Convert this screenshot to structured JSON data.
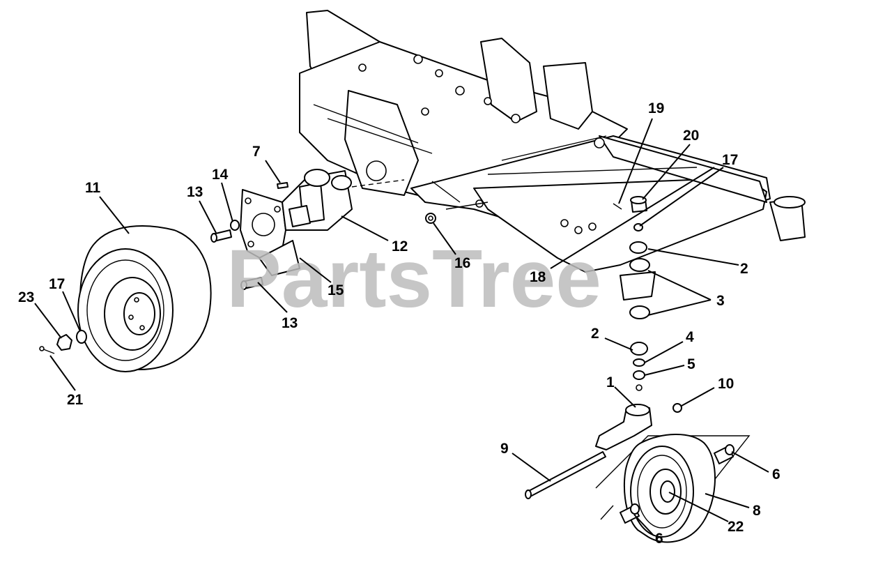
{
  "watermark": "PartsTree",
  "callouts": [
    {
      "id": "c11",
      "text": "11"
    },
    {
      "id": "c13a",
      "text": "13"
    },
    {
      "id": "c14",
      "text": "14"
    },
    {
      "id": "c7",
      "text": "7"
    },
    {
      "id": "c12",
      "text": "12"
    },
    {
      "id": "c15",
      "text": "15"
    },
    {
      "id": "c13b",
      "text": "13"
    },
    {
      "id": "c16",
      "text": "16"
    },
    {
      "id": "c19",
      "text": "19"
    },
    {
      "id": "c20",
      "text": "20"
    },
    {
      "id": "c17a",
      "text": "17"
    },
    {
      "id": "c18",
      "text": "18"
    },
    {
      "id": "c2a",
      "text": "2"
    },
    {
      "id": "c3",
      "text": "3"
    },
    {
      "id": "c2b",
      "text": "2"
    },
    {
      "id": "c4",
      "text": "4"
    },
    {
      "id": "c5",
      "text": "5"
    },
    {
      "id": "c1",
      "text": "1"
    },
    {
      "id": "c10",
      "text": "10"
    },
    {
      "id": "c9",
      "text": "9"
    },
    {
      "id": "c6a",
      "text": "6"
    },
    {
      "id": "c8",
      "text": "8"
    },
    {
      "id": "c22",
      "text": "22"
    },
    {
      "id": "c6b",
      "text": "6"
    },
    {
      "id": "c23",
      "text": "23"
    },
    {
      "id": "c17b",
      "text": "17"
    },
    {
      "id": "c21",
      "text": "21"
    }
  ]
}
